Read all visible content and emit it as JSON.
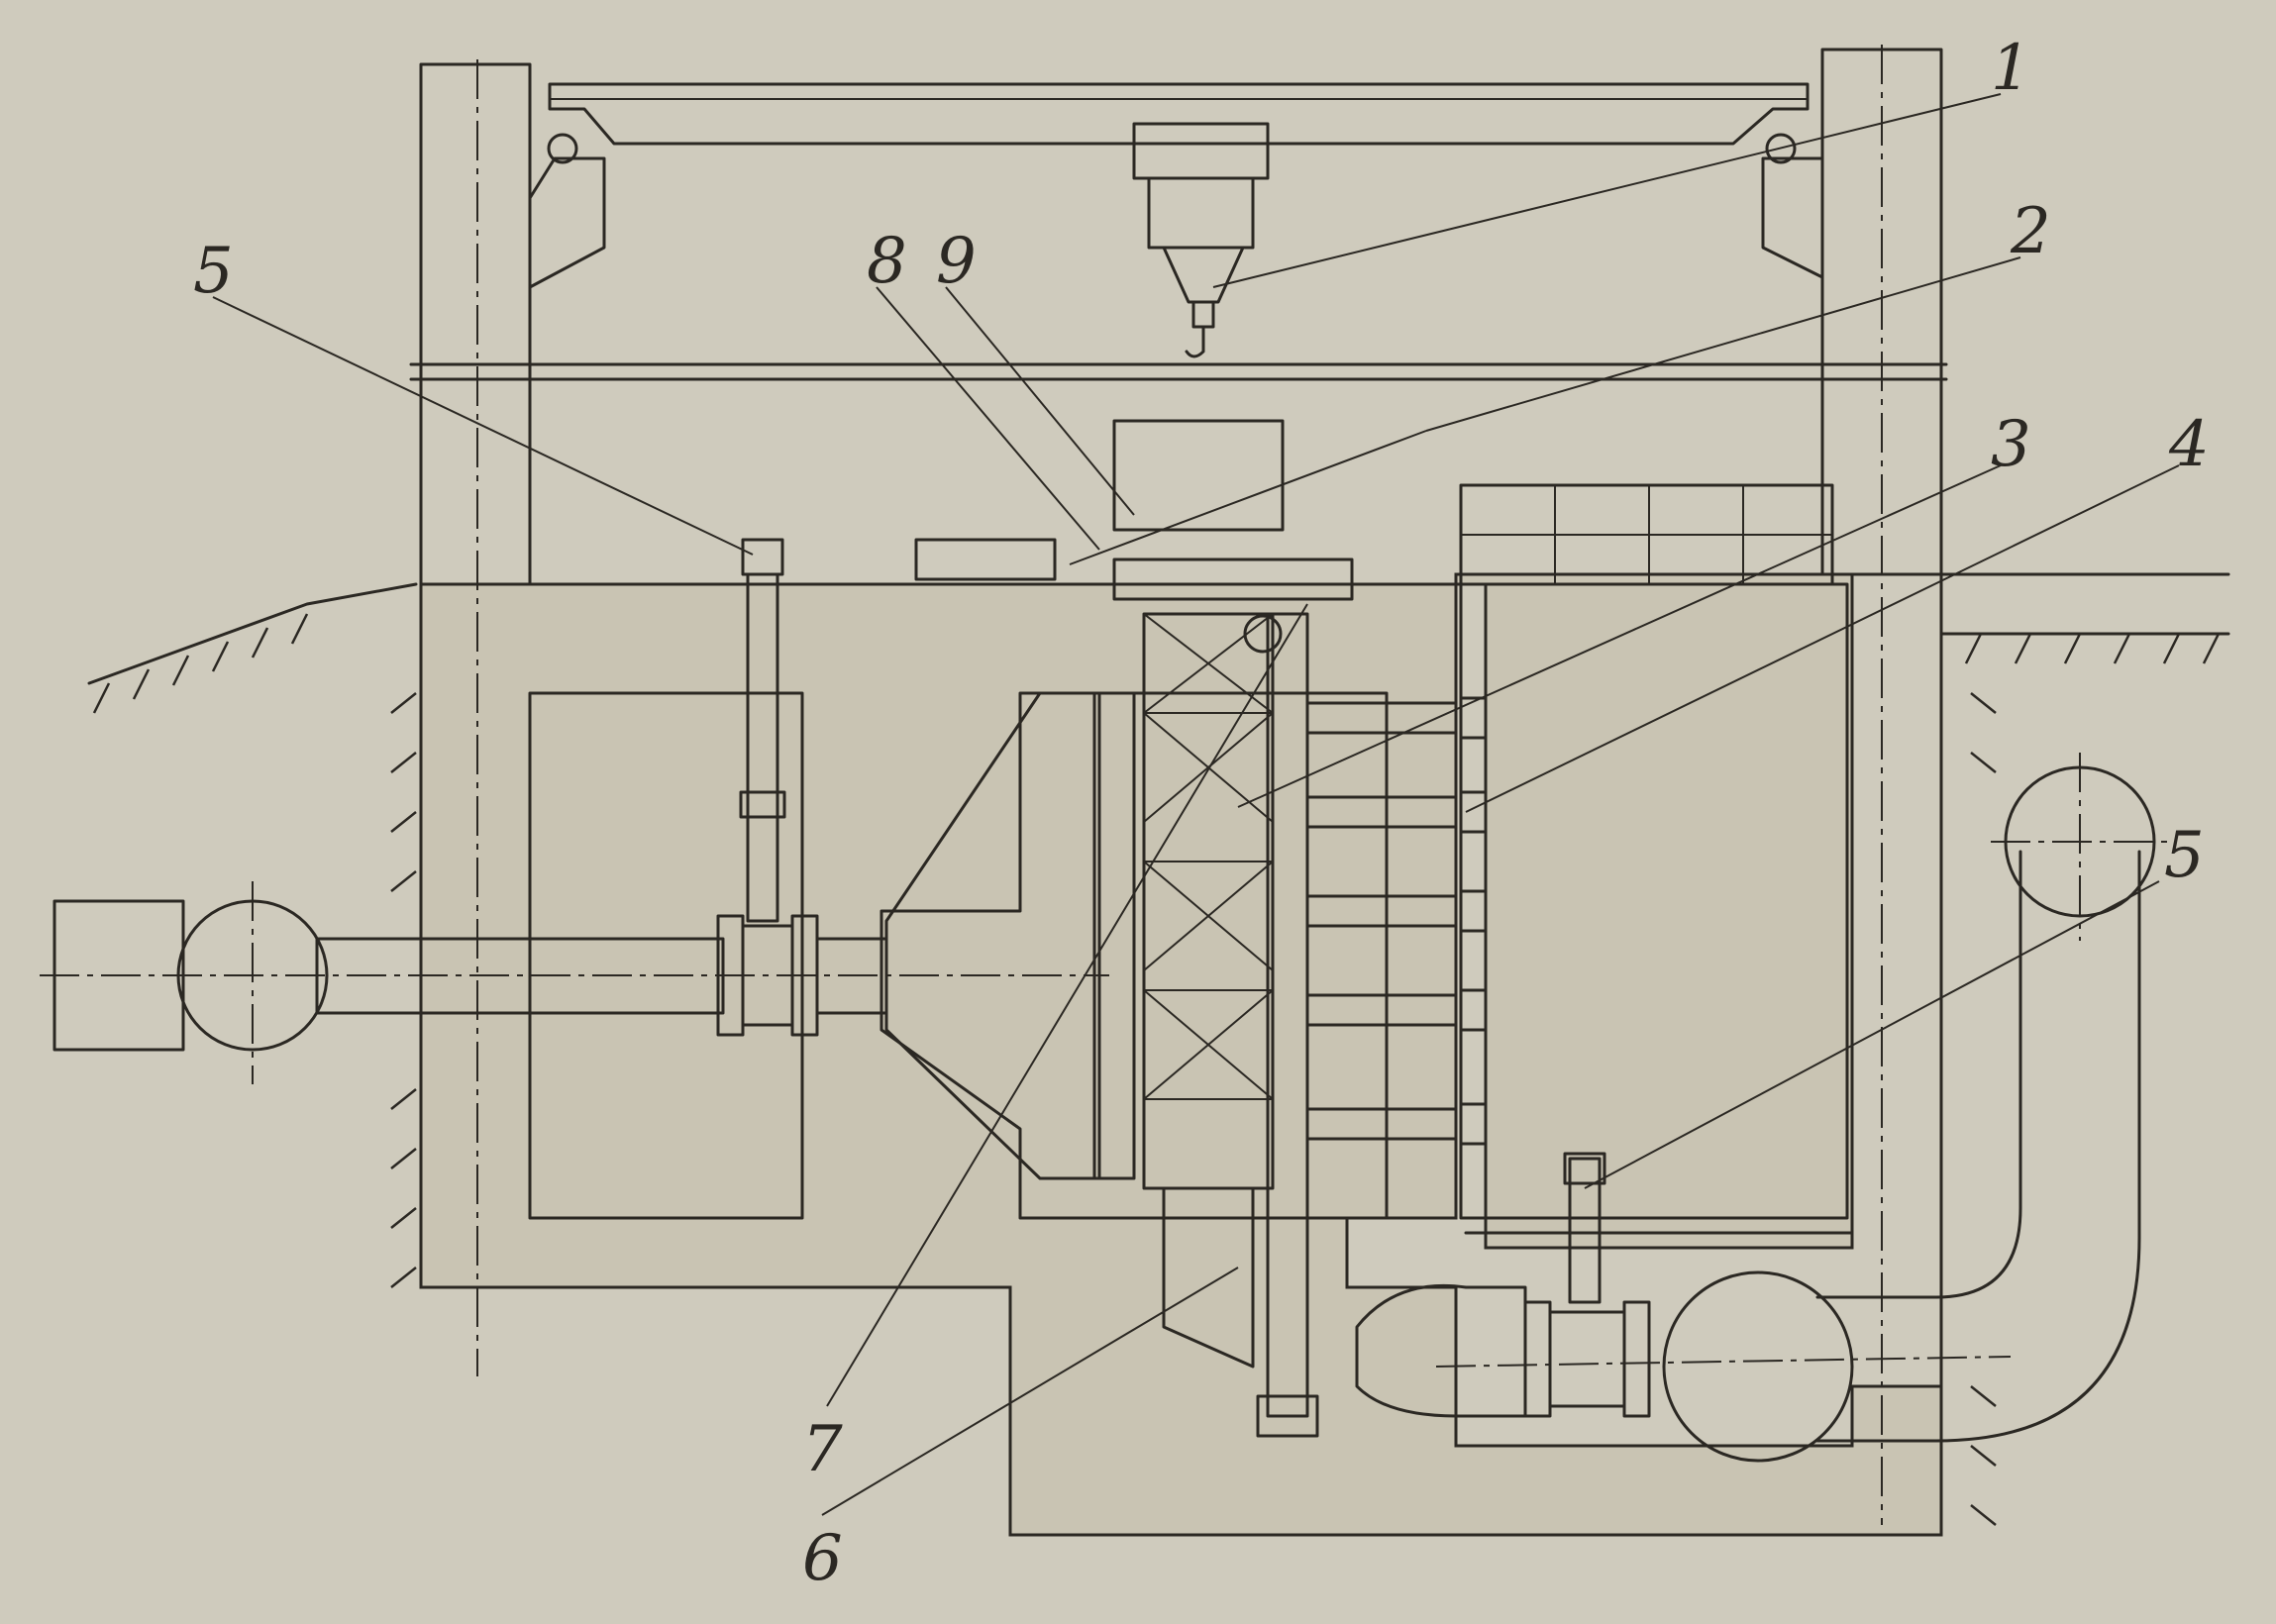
{
  "diagram": {
    "labels": [
      "1",
      "2",
      "3",
      "4",
      "5",
      "5",
      "6",
      "7",
      "8",
      "9"
    ]
  },
  "colors": {
    "paper": "#cfcbbd",
    "ink": "#2b2823",
    "concrete": "#c9c4b3"
  }
}
